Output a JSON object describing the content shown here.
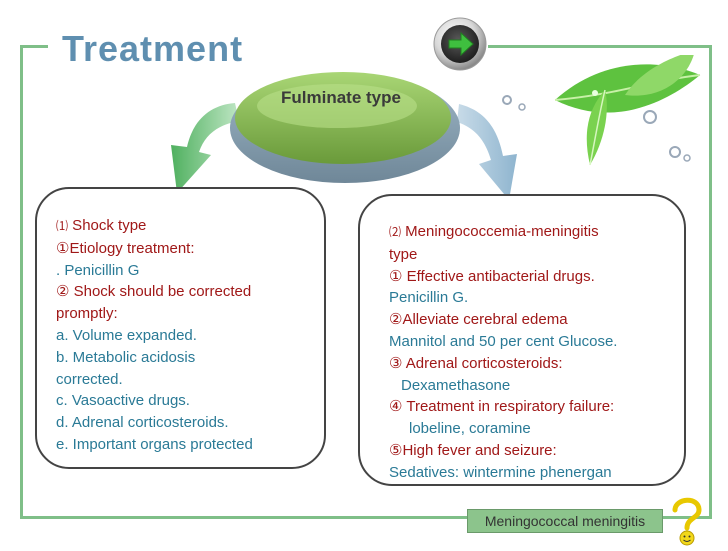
{
  "slide": {
    "title": "Treatment",
    "center_label": "Fulminate type",
    "footer_label": "Meningococcal meningitis"
  },
  "left_box": {
    "lines": [
      {
        "marker": "⑴",
        "text": " Shock type"
      },
      {
        "text": "①Etiology treatment:"
      },
      {
        "text": ". Penicillin G"
      },
      {
        "text": "② Shock should be corrected"
      },
      {
        "text": "promptly:"
      },
      {
        "text": "a. Volume expanded."
      },
      {
        "text": "b. Metabolic acidosis"
      },
      {
        "text": "corrected."
      },
      {
        "text": "c. Vasoactive drugs."
      },
      {
        "text": "d. Adrenal corticosteroids."
      },
      {
        "text": "e. Important organs protected"
      }
    ]
  },
  "right_box": {
    "lines": [
      {
        "marker": "⑵",
        "text": " Meningococcemia-meningitis"
      },
      {
        "text": "type"
      },
      {
        "text": "① Effective antibacterial drugs."
      },
      {
        "text": "Penicillin G."
      },
      {
        "text": "②Alleviate cerebral edema"
      },
      {
        "text": "Mannitol and 50 per cent Glucose."
      },
      {
        "text": "③ Adrenal corticosteroids:"
      },
      {
        "text": "Dexamethasone"
      },
      {
        "text": "④ Treatment in respiratory failure:"
      },
      {
        "text": "lobeline, coramine"
      },
      {
        "text": "⑤High fever and seizure:"
      },
      {
        "text": "Sedatives: wintermine  phenergan"
      }
    ]
  },
  "icons": {
    "next": "arrow-right-icon",
    "help": "question-mark-icon",
    "decor": "leaf-icon"
  },
  "colors": {
    "title": "#5f8fb0",
    "heading_red": "#a01818",
    "body_teal": "#2a7a96",
    "frame_green": "#7fbf88"
  }
}
